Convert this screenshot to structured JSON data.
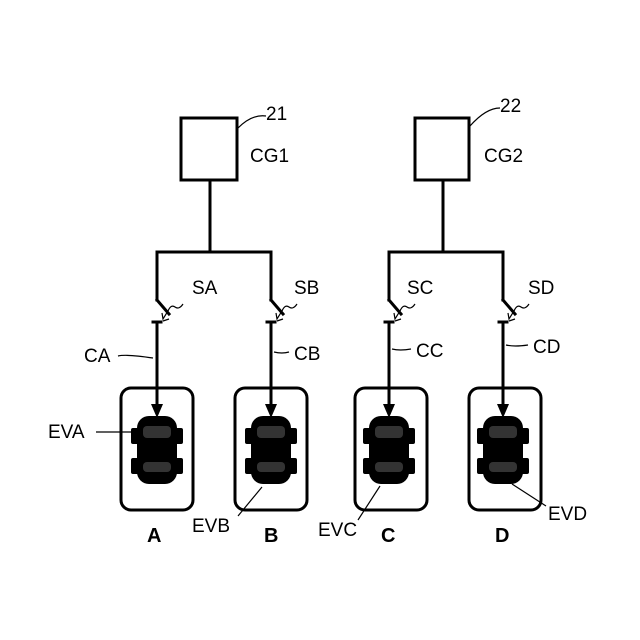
{
  "generators": [
    {
      "ref": "21",
      "name": "CG1"
    },
    {
      "ref": "22",
      "name": "CG2"
    }
  ],
  "switches": [
    "SA",
    "SB",
    "SC",
    "SD"
  ],
  "cables": [
    "CA",
    "CB",
    "CC",
    "CD"
  ],
  "vehicles": [
    "EVA",
    "EVB",
    "EVC",
    "EVD"
  ],
  "bays": [
    "A",
    "B",
    "C",
    "D"
  ]
}
